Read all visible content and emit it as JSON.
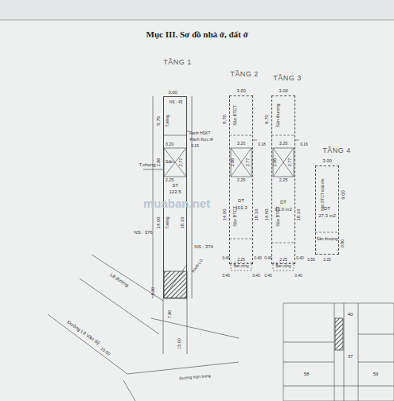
{
  "diagram": {
    "title": "Mục III. Sơ đồ nhà ở, đất ở",
    "nodes": [
      {
        "text": [
          "TẦNG 1"
        ]
      },
      {
        "text": [
          "TẦNG 2"
        ]
      },
      {
        "text": [
          "TẦNG 3"
        ]
      },
      {
        "text": [
          "TẦNG 4"
        ]
      }
    ],
    "labels": [
      "3.00",
      "NS : 45",
      "8.70",
      "T.riêng",
      "Ranh HSKT",
      "Ranh thực tế",
      "0.15",
      "T.chung",
      "3.20",
      "2.86",
      "Sân",
      "2.77",
      "2.25",
      "ST",
      "122.5",
      "14.60",
      "T.riêng",
      "18.16",
      "NS : 376",
      "NS : 374",
      "Ranh LG",
      "Lề đường",
      "5.30",
      "7.80",
      "Đường Lê Văn Sỹ",
      "10.00",
      "15.00",
      "Đường hiện trạng",
      "3.00",
      "8.70",
      "Sân BTCT",
      "3.20",
      "2.86",
      "2.77",
      "0.18",
      "2.25",
      "DT",
      "101.3",
      "14.60",
      "Sân BTCT",
      "18.16",
      "0.40",
      "2.25",
      "0.40",
      "Ban công",
      "0.40",
      "0.40",
      "3.00",
      "8.70",
      "Sân thượng",
      "3.20",
      "2.86",
      "2.77",
      "0.16",
      "2.25",
      "DT",
      "93.0 m2",
      "14.60",
      "Sân BTCT",
      "18.16",
      "0.40",
      "2.25",
      "0.40",
      "Ban công",
      "0.40",
      "0.40",
      "3.00",
      "Sân BTCT mái tôn",
      "9.00",
      "DT",
      "27.3 m2",
      "Sân thượng",
      "0.90",
      "0.55",
      "2.25",
      "muaban.net",
      "40",
      "37",
      "58",
      "59"
    ]
  }
}
